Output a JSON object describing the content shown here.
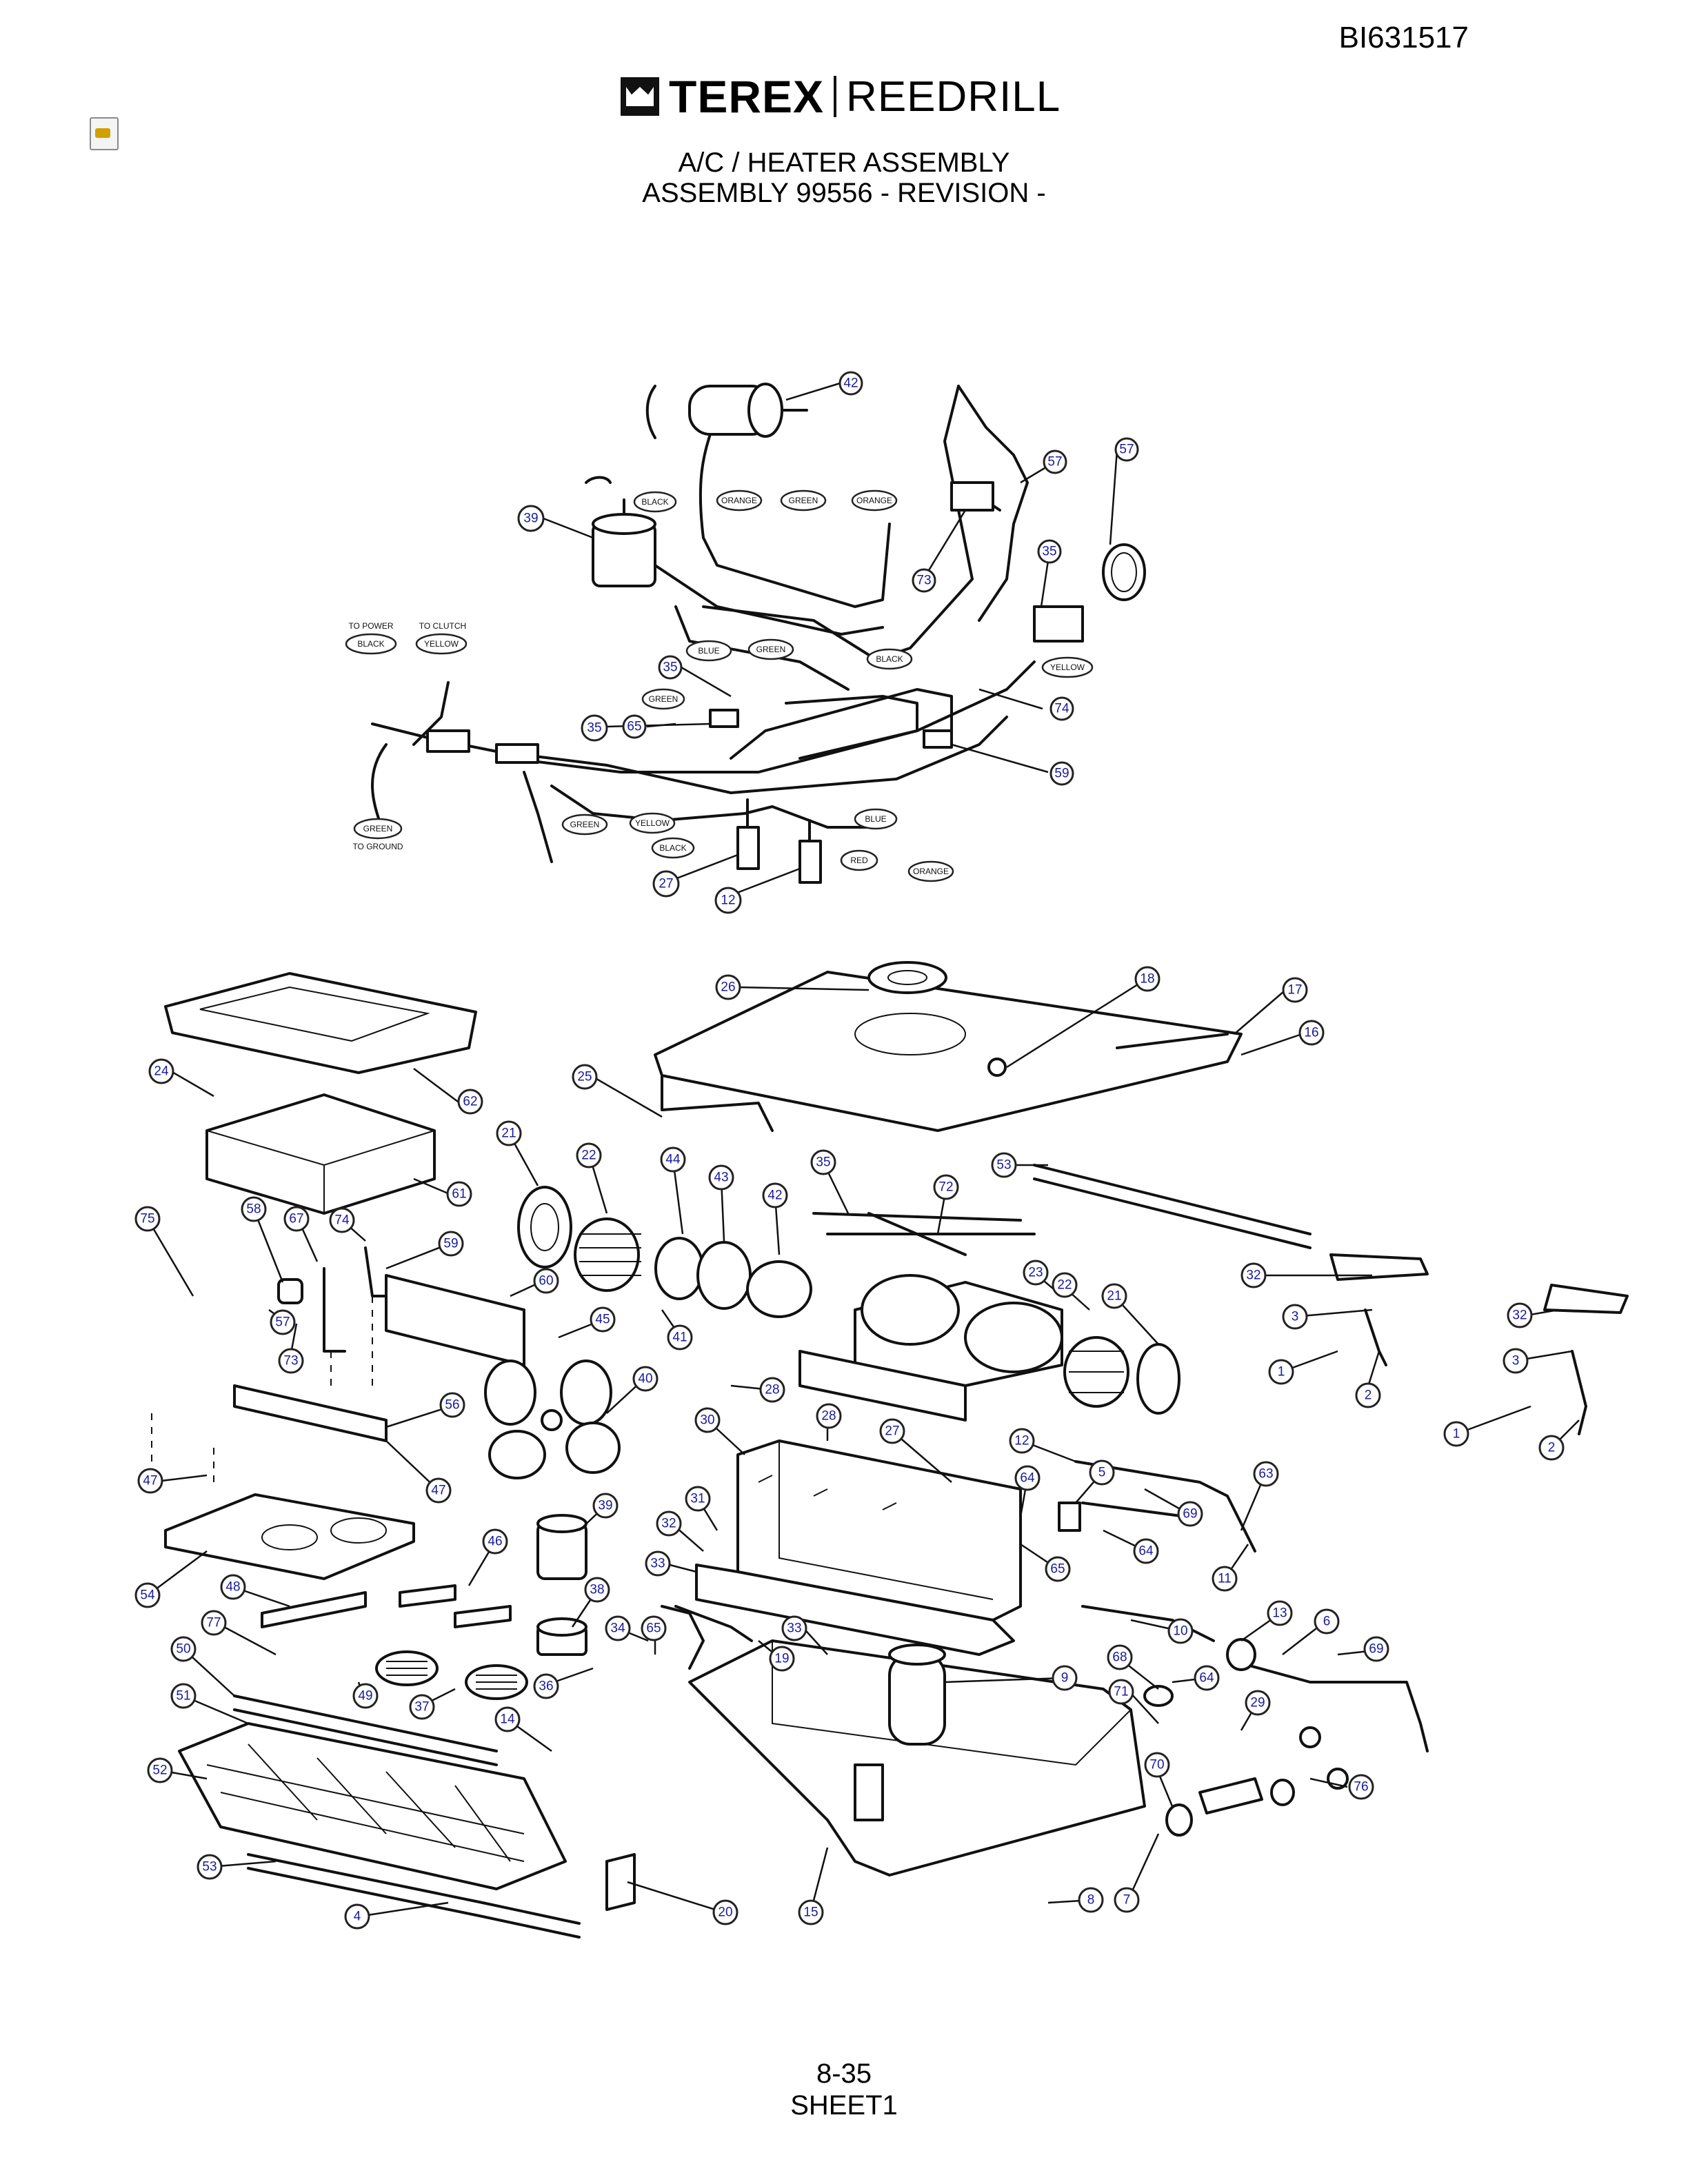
{
  "header": {
    "doc_id": "BI631517",
    "brand": {
      "name": "TEREX",
      "division": "REEDRILL"
    },
    "title_line1": "A/C / HEATER ASSEMBLY",
    "title_line2": "ASSEMBLY 99556 - REVISION -"
  },
  "icons": {
    "page_icon": "document-icon",
    "brand_mark": "terex-logo-icon"
  },
  "wiring": {
    "notes": [
      "TO POWER",
      "TO CLUTCH",
      "TO GROUND"
    ],
    "wire_labels": [
      "BLACK",
      "ORANGE",
      "GREEN",
      "ORANGE",
      "BLACK",
      "YELLOW",
      "BLUE",
      "GREEN",
      "BLACK",
      "YELLOW",
      "GREEN",
      "GREEN",
      "YELLOW",
      "BLACK",
      "BLUE",
      "RED",
      "ORANGE",
      "GREEN"
    ],
    "callouts": [
      "42",
      "57",
      "57",
      "39",
      "73",
      "35",
      "35",
      "35",
      "65",
      "74",
      "59",
      "27",
      "12"
    ]
  },
  "exploded": {
    "callouts": [
      "26",
      "18",
      "17",
      "16",
      "24",
      "62",
      "25",
      "21",
      "22",
      "44",
      "43",
      "42",
      "35",
      "72",
      "53",
      "61",
      "75",
      "58",
      "67",
      "74",
      "59",
      "60",
      "45",
      "41",
      "40",
      "23",
      "22",
      "21",
      "32",
      "3",
      "1",
      "2",
      "32",
      "3",
      "1",
      "2",
      "73",
      "57",
      "56",
      "28",
      "47",
      "47",
      "30",
      "28",
      "27",
      "12",
      "64",
      "5",
      "63",
      "69",
      "11",
      "31",
      "39",
      "32",
      "33",
      "65",
      "64",
      "38",
      "54",
      "48",
      "77",
      "34",
      "65",
      "33",
      "19",
      "10",
      "13",
      "6",
      "50",
      "49",
      "37",
      "36",
      "9",
      "68",
      "64",
      "29",
      "71",
      "69",
      "51",
      "14",
      "70",
      "76",
      "52",
      "53",
      "4",
      "20",
      "15",
      "8",
      "7",
      "46"
    ]
  },
  "footer": {
    "page_number": "8-35",
    "sheet": "SHEET1"
  }
}
